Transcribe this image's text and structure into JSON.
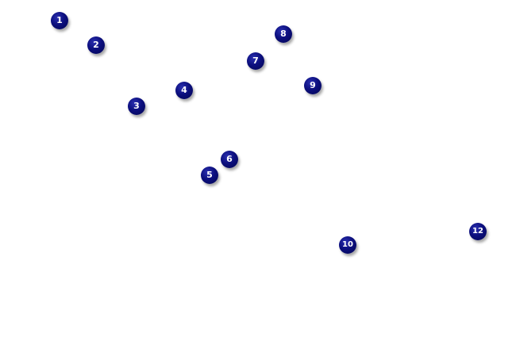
{
  "marker_color": "#0c0f7e",
  "markers": [
    {
      "label": "1"
    },
    {
      "label": "2"
    },
    {
      "label": "3"
    },
    {
      "label": "4"
    },
    {
      "label": "5"
    },
    {
      "label": "6"
    },
    {
      "label": "7"
    },
    {
      "label": "8"
    },
    {
      "label": "9"
    },
    {
      "label": "10"
    },
    {
      "label": "12"
    }
  ]
}
